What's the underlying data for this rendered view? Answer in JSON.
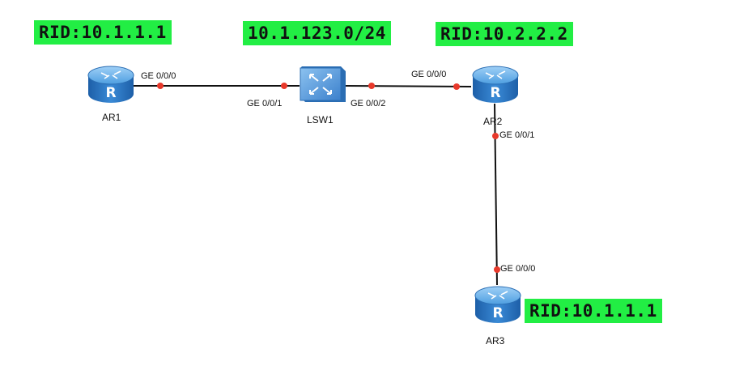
{
  "badges": {
    "ar1_rid": "RID:10.1.1.1",
    "network": "10.1.123.0/24",
    "ar2_rid": "RID:10.2.2.2",
    "ar3_rid": "RID:10.1.1.1"
  },
  "devices": {
    "ar1": {
      "name": "AR1",
      "type": "router",
      "ports": {
        "p1": "GE 0/0/0"
      }
    },
    "lsw1": {
      "name": "LSW1",
      "type": "switch",
      "ports": {
        "p1": "GE 0/0/1",
        "p2": "GE 0/0/2"
      }
    },
    "ar2": {
      "name": "AR2",
      "type": "router",
      "ports": {
        "p1": "GE 0/0/0",
        "p2": "GE 0/0/1"
      }
    },
    "ar3": {
      "name": "AR3",
      "type": "router",
      "ports": {
        "p1": "GE 0/0/0"
      }
    }
  },
  "links": [
    {
      "from": "AR1 GE 0/0/0",
      "to": "LSW1 GE 0/0/1"
    },
    {
      "from": "LSW1 GE 0/0/2",
      "to": "AR2 GE 0/0/0"
    },
    {
      "from": "AR2 GE 0/0/1",
      "to": "AR3 GE 0/0/0"
    }
  ],
  "colors": {
    "badge_bg": "#22ee44",
    "port_dot": "#e8392b",
    "link": "#111111",
    "router_blue": "#2f7fcf",
    "switch_blue": "#4a90d9"
  }
}
